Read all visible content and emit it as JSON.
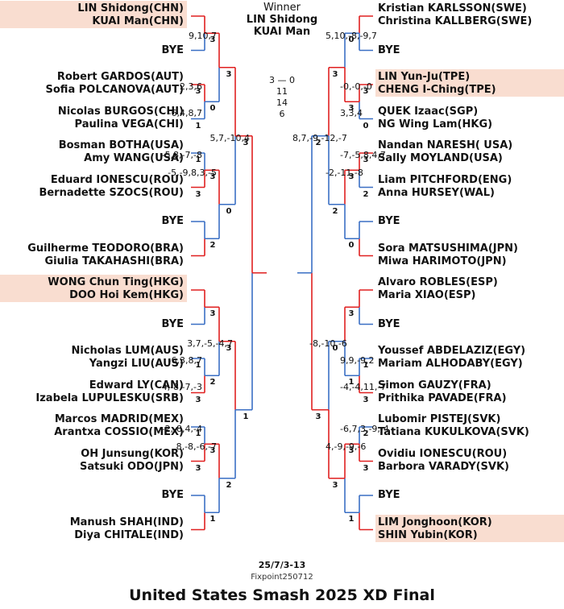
{
  "title": "United States Smash 2025 XD Final",
  "dates": "25/7/3-13",
  "credit": "Fixpoint250712",
  "winner": {
    "label": "Winner",
    "line1": "LIN Shidong",
    "line2": "KUAI Man"
  },
  "final_score": {
    "games": "3 — 0",
    "scores": [
      "11",
      "14",
      "6"
    ]
  },
  "entries_left": [
    {
      "p1": "LIN Shidong(CHN)",
      "p2": "KUAI Man(CHN)",
      "highlight": true
    },
    {
      "p1": "",
      "p2": "BYE"
    },
    {
      "p1": "Robert GARDOS(AUT)",
      "p2": "Sofia POLCANOVA(AUT)"
    },
    {
      "p1": "Nicolas BURGOS(CHI)",
      "p2": "Paulina VEGA(CHI)"
    },
    {
      "p1": "Bosman BOTHA(USA)",
      "p2": "Amy WANG(USA)"
    },
    {
      "p1": "Eduard IONESCU(ROU)",
      "p2": "Bernadette SZOCS(ROU)"
    },
    {
      "p1": "",
      "p2": "BYE"
    },
    {
      "p1": "Guilherme TEODORO(BRA)",
      "p2": "Giulia TAKAHASHI(BRA)"
    },
    {
      "p1": "WONG Chun Ting(HKG)",
      "p2": "DOO Hoi Kem(HKG)",
      "highlight": true
    },
    {
      "p1": "",
      "p2": "BYE"
    },
    {
      "p1": "Nicholas LUM(AUS)",
      "p2": "Yangzi LIU(AUS)"
    },
    {
      "p1": "Edward LY(CAN)",
      "p2": "Izabela LUPULESKU(SRB)"
    },
    {
      "p1": "Marcos MADRID(MEX)",
      "p2": "Arantxa COSSIO(MEX)"
    },
    {
      "p1": "OH Junsung(KOR)",
      "p2": "Satsuki ODO(JPN)"
    },
    {
      "p1": "",
      "p2": "BYE"
    },
    {
      "p1": "Manush SHAH(IND)",
      "p2": "Diya CHITALE(IND)"
    }
  ],
  "entries_right": [
    {
      "p1": "Kristian KARLSSON(SWE)",
      "p2": "Christina KALLBERG(SWE)"
    },
    {
      "p1": "",
      "p2": "BYE"
    },
    {
      "p1": "LIN Yun-Ju(TPE)",
      "p2": "CHENG I-Ching(TPE)",
      "highlight": true
    },
    {
      "p1": "QUEK Izaac(SGP)",
      "p2": "NG Wing Lam(HKG)"
    },
    {
      "p1": "Nandan NARESH( USA)",
      "p2": "Sally MOYLAND(USA)"
    },
    {
      "p1": "Liam PITCHFORD(ENG)",
      "p2": "Anna HURSEY(WAL)"
    },
    {
      "p1": "",
      "p2": "BYE"
    },
    {
      "p1": "Sora MATSUSHIMA(JPN)",
      "p2": "Miwa HARIMOTO(JPN)"
    },
    {
      "p1": "Alvaro ROBLES(ESP)",
      "p2": "Maria XIAO(ESP)"
    },
    {
      "p1": "",
      "p2": "BYE"
    },
    {
      "p1": "Youssef ABDELAZIZ(EGY)",
      "p2": "Mariam ALHODABY(EGY)"
    },
    {
      "p1": "Simon GAUZY(FRA)",
      "p2": "Prithika PAVADE(FRA)"
    },
    {
      "p1": "Lubomir PISTEJ(SVK)",
      "p2": "Tatiana KUKULKOVA(SVK)"
    },
    {
      "p1": "Ovidiu IONESCU(ROU)",
      "p2": "Barbora VARADY(SVK)"
    },
    {
      "p1": "",
      "p2": "BYE"
    },
    {
      "p1": "LIM Jonghoon(KOR)",
      "p2": "SHIN Yubin(KOR)",
      "highlight": true
    }
  ],
  "scores_left": [
    {
      "r": 0,
      "m": 1,
      "text": "2,3,6"
    },
    {
      "r": 0,
      "m": 1,
      "text": "-6,4,8,7",
      "below": true
    },
    {
      "r": 1,
      "m": 0,
      "text": "9,10,7"
    },
    {
      "r": 0,
      "m": 2,
      "text": "-5,8,-7,-8"
    },
    {
      "r": 1,
      "m": 1,
      "text": "-5,-9,8,3,-5"
    },
    {
      "r": 3,
      "m": 0,
      "text": "5,7,-10,4"
    },
    {
      "r": 0,
      "m": 5,
      "text": "-6,3,8,7"
    },
    {
      "r": 0,
      "m": 5,
      "text": "4,-8,-7,-3",
      "below": true
    },
    {
      "r": 2,
      "m": 1,
      "text": "3,7,-5,-4,7"
    },
    {
      "r": 0,
      "m": 6,
      "text": "-2,-8,4,-4"
    },
    {
      "r": 1,
      "m": 3,
      "text": "8,-8,-6,-7"
    }
  ],
  "scores_right": [
    {
      "r": 0,
      "m": 1,
      "text": "-0,-0,-0"
    },
    {
      "r": 0,
      "m": 1,
      "text": "3,3,4",
      "below": true
    },
    {
      "r": 1,
      "m": 0,
      "text": "5,10,-8,-9,7"
    },
    {
      "r": 0,
      "m": 2,
      "text": "-7,-5,8,4,7"
    },
    {
      "r": 1,
      "m": 1,
      "text": "-2,-11,-8"
    },
    {
      "r": 3,
      "m": 0,
      "text": "8,7,-9,-12,-7"
    },
    {
      "r": 0,
      "m": 5,
      "text": "9,9,-9,2"
    },
    {
      "r": 0,
      "m": 5,
      "text": "-4,-4,11,-7",
      "below": true
    },
    {
      "r": 2,
      "m": 1,
      "text": "-8,-10,-6"
    },
    {
      "r": 0,
      "m": 6,
      "text": "-6,7,3,-9,-4"
    },
    {
      "r": 1,
      "m": 3,
      "text": "4,-9,-9,-6"
    }
  ],
  "matches_left": {
    "r0": [
      {
        "top": "",
        "bot": "",
        "win": "top"
      },
      {
        "top": "3",
        "bot": "1",
        "win": "top"
      },
      {
        "top": "1",
        "bot": "3",
        "win": "bot"
      },
      {
        "top": "",
        "bot": "",
        "win": "bot"
      },
      {
        "top": "",
        "bot": "",
        "win": "top"
      },
      {
        "top": "1",
        "bot": "3",
        "win": "bot"
      },
      {
        "top": "1",
        "bot": "3",
        "win": "bot"
      },
      {
        "top": "",
        "bot": "",
        "win": "bot"
      }
    ],
    "r1": [
      {
        "top": "3",
        "bot": "0",
        "win": "top"
      },
      {
        "top": "3",
        "bot": "2",
        "win": "top"
      },
      {
        "top": "3",
        "bot": "2",
        "win": "top"
      },
      {
        "top": "3",
        "bot": "1",
        "win": "top"
      }
    ],
    "r2": [
      {
        "top": "3",
        "bot": "0",
        "win": "top"
      },
      {
        "top": "3",
        "bot": "2",
        "win": "top"
      }
    ],
    "r3": [
      {
        "top": "3",
        "bot": "1",
        "win": "top"
      }
    ]
  },
  "matches_right": {
    "r0": [
      {
        "top": "",
        "bot": "",
        "win": "top"
      },
      {
        "top": "3",
        "bot": "0",
        "win": "top"
      },
      {
        "top": "3",
        "bot": "2",
        "win": "top"
      },
      {
        "top": "",
        "bot": "",
        "win": "bot"
      },
      {
        "top": "",
        "bot": "",
        "win": "top"
      },
      {
        "top": "1",
        "bot": "3",
        "win": "bot"
      },
      {
        "top": "2",
        "bot": "3",
        "win": "bot"
      },
      {
        "top": "",
        "bot": "",
        "win": "bot"
      }
    ],
    "r1": [
      {
        "top": "0",
        "bot": "3",
        "win": "bot"
      },
      {
        "top": "3",
        "bot": "0",
        "win": "top"
      },
      {
        "top": "3",
        "bot": "1",
        "win": "top"
      },
      {
        "top": "3",
        "bot": "1",
        "win": "top"
      }
    ],
    "r2": [
      {
        "top": "3",
        "bot": "2",
        "win": "top"
      },
      {
        "top": "0",
        "bot": "3",
        "win": "bot"
      }
    ],
    "r3": [
      {
        "top": "2",
        "bot": "3",
        "win": "bot"
      }
    ]
  },
  "colors": {
    "winner_line": "#e02020",
    "loser_line": "#3a6fc4",
    "highlight": "#f9ddd0"
  }
}
